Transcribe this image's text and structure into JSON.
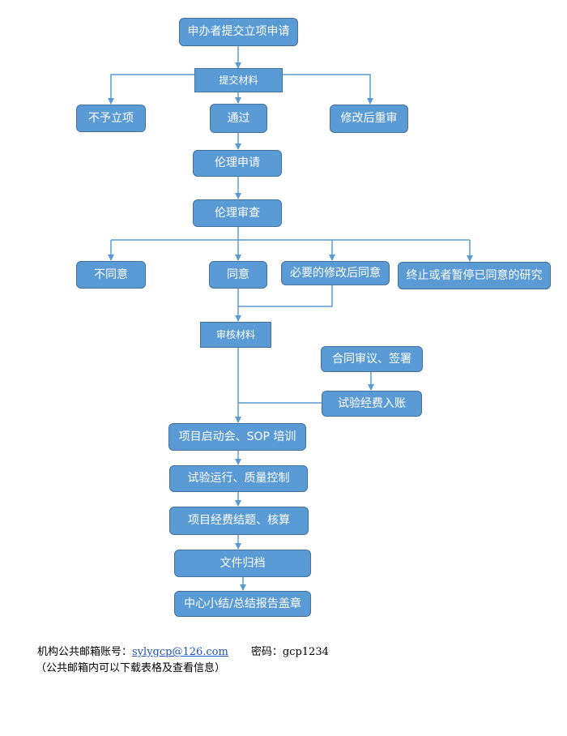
{
  "nodes": {
    "apply": "申办者提交立项申请",
    "submit_materials": "提交材料",
    "not_approved": "不予立项",
    "passed": "通过",
    "revise_resubmit": "修改后重审",
    "ethics_application": "伦理申请",
    "ethics_review": "伦理审查",
    "disagree": "不同意",
    "agree": "同意",
    "agree_after_changes": "必要的修改后同意",
    "terminate": "终止或者暂停已同意的研究",
    "review_materials": "审核材料",
    "contract": "合同审议、签署",
    "funds": "试验经费入账",
    "kickoff": "项目启动会、SOP 培训",
    "operation": "试验运行、质量控制",
    "settlement": "项目经费结题、核算",
    "archive": "文件归档",
    "summary": "中心小结/总结报告盖章"
  },
  "footer": {
    "email_label": "机构公共邮箱账号：",
    "email": "sylygcp@126.com",
    "password_label": "密码：",
    "password": "gcp1234",
    "note": "（公共邮箱内可以下载表格及查看信息）"
  },
  "colors": {
    "box_fill": "#5b9bd5",
    "box_border": "#41719c",
    "line": "#5b9bd5",
    "link": "#1f4fbf"
  }
}
